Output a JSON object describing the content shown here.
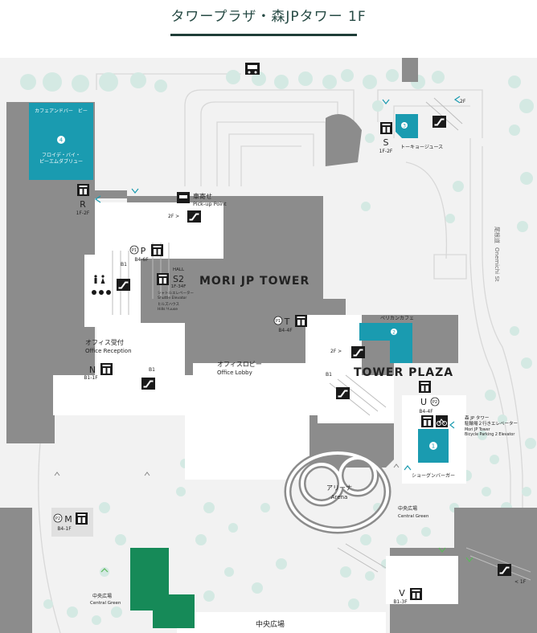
{
  "page": {
    "title": "タワープラザ・森JPタワー 1F"
  },
  "colors": {
    "building": "#8c8c8c",
    "interior": "#ffffff",
    "ground": "#f2f2f2",
    "road_line": "#d6d6d6",
    "tree": "#d4e9e3",
    "accent_teal": "#1a9bb0",
    "accent_green": "#168a58",
    "icon": "#1a1a1a",
    "text": "#222222"
  },
  "labels": {
    "mori_jp_tower": "MORI JP TOWER",
    "tower_plaza": "TOWER PLAZA",
    "pickup_ja": "車寄せ",
    "pickup_en": "Pick-up Point",
    "office_reception_ja": "オフィス受付",
    "office_reception_en": "Office Reception",
    "office_lobby_ja": "オフィスロビー",
    "office_lobby_en": "Office Lobby",
    "arena_ja": "アリーナ",
    "arena_en": "Arena",
    "central_green_ja": "中央広場",
    "central_green_en": "Central Green",
    "central_green_en2": "Central Green",
    "central_square_bottom": "中央広場",
    "onemichi_ja": "尾根道",
    "onemichi_en": "Onemichi St",
    "bike_elev_ja1": "森 JP タワー",
    "bike_elev_ja2": "駐輪場２行きエレベーター",
    "bike_elev_en1": "Mori JP Tower",
    "bike_elev_en2": "Bicycle Parking 2 Elevator"
  },
  "shops": [
    {
      "number": "4",
      "name_top": "カフェアンドバー　ビー",
      "name_mid": "フロイデ・バイ・",
      "name_bot": "ピーエムダブリュー"
    },
    {
      "number": "3",
      "name": "トーキョージュース"
    },
    {
      "number": "2",
      "name": "ペリカンカフェ"
    },
    {
      "number": "1",
      "name": "ショーグンバーガー"
    }
  ],
  "elevators": [
    {
      "letter": "R",
      "floors": "1F-2F"
    },
    {
      "letter": "S",
      "floors": "1F-2F"
    },
    {
      "letter": "P",
      "floors": "B4-6F"
    },
    {
      "letter": "S2",
      "floors": "1F-34F",
      "tag": "HALL",
      "note1": "シャトルエレベーター",
      "note2": "Shuttle Elevator",
      "note3": "ヒルズハウス",
      "note4": "Hills House"
    },
    {
      "letter": "T",
      "floors": "B4-4F"
    },
    {
      "letter": "N",
      "floors": "B1-1F"
    },
    {
      "letter": "U",
      "floors": "B4-4F"
    },
    {
      "letter": "M",
      "floors": "B4-1F"
    },
    {
      "letter": "V",
      "floors": "B1-3F"
    }
  ],
  "parking": {
    "p1": "P1",
    "p2": "P2"
  },
  "escalators": {
    "top_right": "2F",
    "pickup": "2F >",
    "stairs_b1": "B1",
    "lobby_b1": "B1",
    "plaza_2f": "2F >",
    "plaza_b1": "B1",
    "right_1f": "< 1F"
  }
}
